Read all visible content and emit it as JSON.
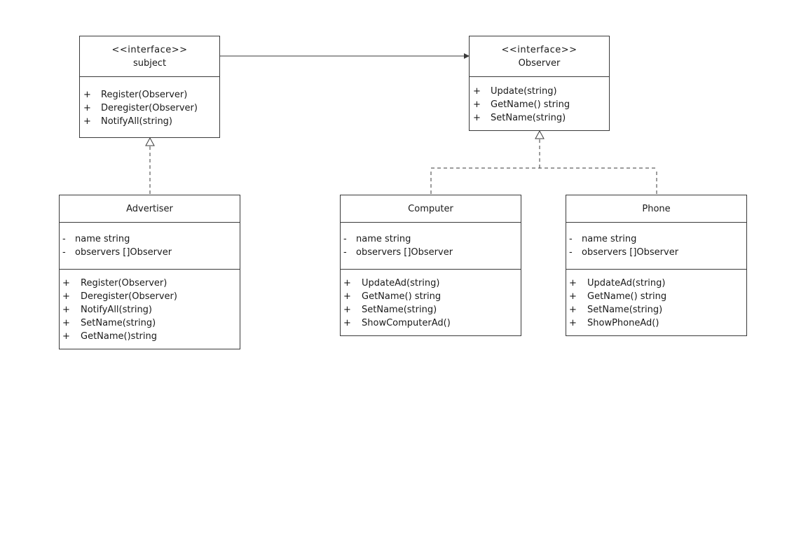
{
  "diagram": {
    "classes": {
      "subject": {
        "stereotype": "<<interface>>",
        "name": "subject",
        "operations": [
          {
            "vis": "+",
            "text": "Register(Observer)"
          },
          {
            "vis": "+",
            "text": "Deregister(Observer)"
          },
          {
            "vis": "+",
            "text": "NotifyAll(string)"
          }
        ]
      },
      "observer": {
        "stereotype": "<<interface>>",
        "name": "Observer",
        "operations": [
          {
            "vis": "+",
            "text": "Update(string)"
          },
          {
            "vis": "+",
            "text": "GetName() string"
          },
          {
            "vis": "+",
            "text": "SetName(string)"
          }
        ]
      },
      "advertiser": {
        "name": "Advertiser",
        "attributes": [
          {
            "vis": "-",
            "text": "name string"
          },
          {
            "vis": "-",
            "text": "observers []Observer"
          }
        ],
        "operations": [
          {
            "vis": "+",
            "text": "Register(Observer)"
          },
          {
            "vis": "+",
            "text": "Deregister(Observer)"
          },
          {
            "vis": "+",
            "text": "NotifyAll(string)"
          },
          {
            "vis": "+",
            "text": "SetName(string)"
          },
          {
            "vis": "+",
            "text": "GetName()string"
          }
        ]
      },
      "computer": {
        "name": "Computer",
        "attributes": [
          {
            "vis": "-",
            "text": "name string"
          },
          {
            "vis": "-",
            "text": "observers []Observer"
          }
        ],
        "operations": [
          {
            "vis": "+",
            "text": "UpdateAd(string)"
          },
          {
            "vis": "+",
            "text": "GetName() string"
          },
          {
            "vis": "+",
            "text": "SetName(string)"
          },
          {
            "vis": "+",
            "text": "ShowComputerAd()"
          }
        ]
      },
      "phone": {
        "name": "Phone",
        "attributes": [
          {
            "vis": "-",
            "text": "name string"
          },
          {
            "vis": "-",
            "text": "observers []Observer"
          }
        ],
        "operations": [
          {
            "vis": "+",
            "text": "UpdateAd(string)"
          },
          {
            "vis": "+",
            "text": "GetName() string"
          },
          {
            "vis": "+",
            "text": "SetName(string)"
          },
          {
            "vis": "+",
            "text": "ShowPhoneAd()"
          }
        ]
      }
    },
    "relations": [
      {
        "type": "association",
        "from": "subject",
        "to": "observer"
      },
      {
        "type": "realization",
        "from": "advertiser",
        "to": "subject"
      },
      {
        "type": "realization",
        "from": "computer",
        "to": "observer"
      },
      {
        "type": "realization",
        "from": "phone",
        "to": "observer"
      }
    ],
    "colors": {
      "line": "#3a3a3a",
      "background": "#ffffff",
      "text": "#1a1a1a"
    }
  }
}
